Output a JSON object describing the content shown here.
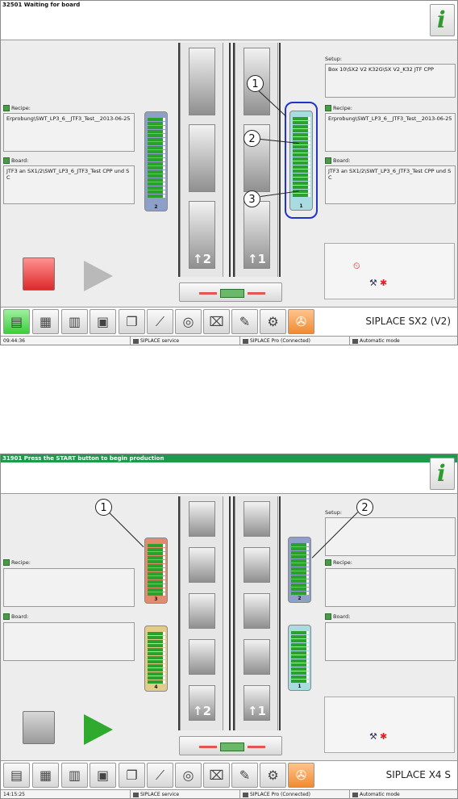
{
  "screens": [
    {
      "message": "32501 Waiting for board",
      "info_icon": "i",
      "setup_label": "Setup:",
      "setup_value": "Box 10\\SX2 V2 K32G\\SX V2_K32 JTF CPP",
      "left_recipe_label": "Recipe:",
      "left_recipe_value": "Erprobung\\SWT_LP3_6__JTF3_Test__2013-06-25",
      "left_board_label": "Board:",
      "left_board_value": "JTF3 an SX1/2\\SWT_LP3_6_JTF3_Test CPP und SC",
      "right_recipe_label": "Recipe:",
      "right_recipe_value": "Erprobung\\SWT_LP3_6__JTF3_Test__2013-06-25",
      "right_board_label": "Board:",
      "right_board_value": "JTF3 an SX1/2\\SWT_LP3_6_JTF3_Test CPP und SC",
      "lane_left_mark": "2",
      "lane_right_mark": "1",
      "feeders": [
        {
          "num": "2",
          "color": "#8fa0c8"
        },
        {
          "num": "1",
          "color": "#a8dce0"
        }
      ],
      "callouts": [
        "1",
        "2",
        "3"
      ],
      "model": "SIPLACE SX2 (V2)",
      "status": {
        "time": "09:44:36",
        "service": "SIPLACE service",
        "pro": "SIPLACE Pro (Connected)",
        "mode": "Automatic mode"
      }
    },
    {
      "message": "31901 Press the START button to begin production",
      "info_icon": "i",
      "setup_label": "Setup:",
      "setup_value": "",
      "left_recipe_label": "Recipe:",
      "left_recipe_value": "",
      "left_board_label": "Board:",
      "left_board_value": "",
      "right_recipe_label": "Recipe:",
      "right_recipe_value": "",
      "right_board_label": "Board:",
      "right_board_value": "",
      "lane_left_mark": "2",
      "lane_right_mark": "1",
      "feeders": [
        {
          "num": "3",
          "color": "#e38b6e"
        },
        {
          "num": "4",
          "color": "#e2cc8a"
        },
        {
          "num": "2",
          "color": "#8fa0c8"
        },
        {
          "num": "1",
          "color": "#a8dce0"
        }
      ],
      "callouts": [
        "1",
        "2"
      ],
      "model": "SIPLACE X4 S",
      "status": {
        "time": "14:15:25",
        "service": "SIPLACE service",
        "pro": "SIPLACE Pro (Connected)",
        "mode": "Automatic mode"
      }
    }
  ],
  "colors": {
    "accent_green": "#2aa12a",
    "message_green": "#1e9a4c",
    "stop_red": "#dd2a2a",
    "ring_blue": "#2233cc",
    "wrench_orange": "#f08a30"
  }
}
